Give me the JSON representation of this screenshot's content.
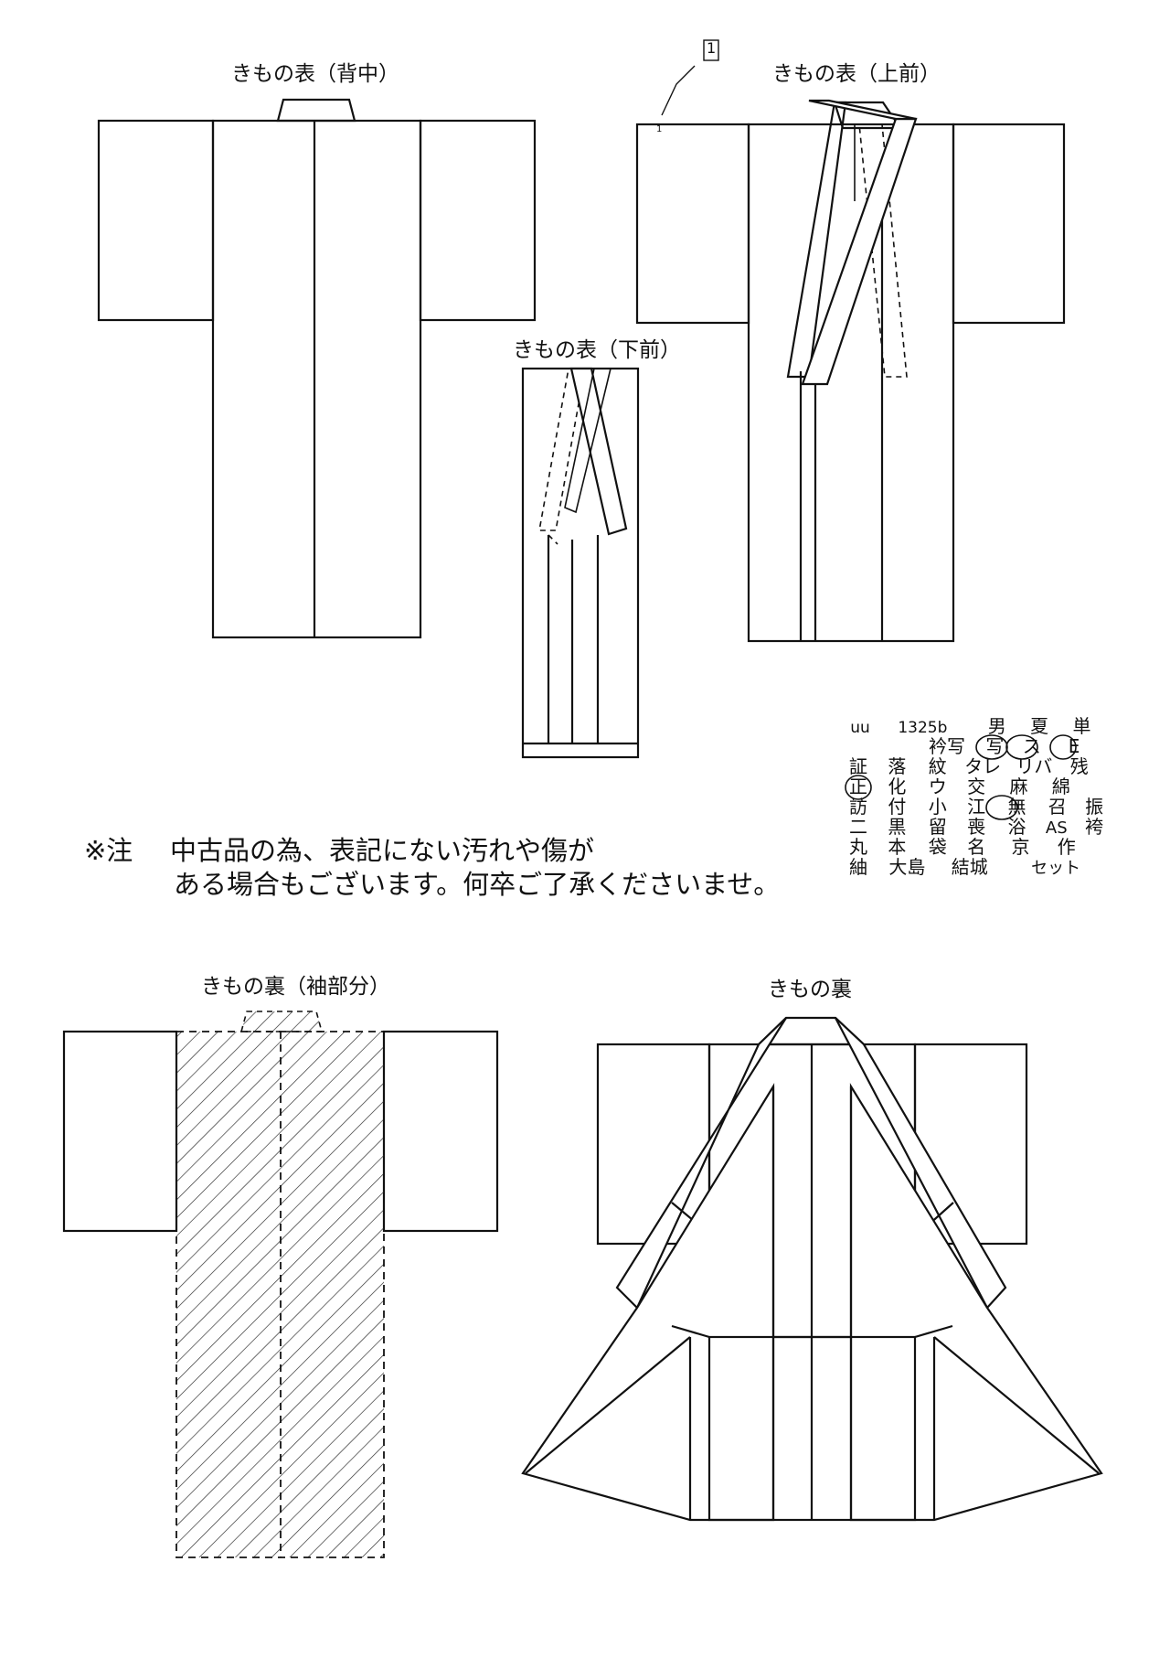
{
  "labels": {
    "back": "きもの表（背中）",
    "front_upper": "きもの表（上前）",
    "front_lower": "きもの表（下前）",
    "lining_sleeve": "きもの裏（袖部分）",
    "lining": "きもの裏",
    "marker": "1",
    "marker_small": "1"
  },
  "note": {
    "prefix": "※注",
    "line1": "中古品の為、表記にない汚れや傷が",
    "line2": "ある場合もございます。何卒ご了承くださいませ。"
  },
  "code": {
    "id_prefix": "uu",
    "id": "1325b",
    "row0": [
      "男",
      "夏",
      "単"
    ],
    "row1": [
      "衿写",
      "写",
      "ス",
      "E"
    ],
    "row2": [
      "証",
      "落",
      "紋",
      "タレ",
      "リバ",
      "残"
    ],
    "row3": [
      "正",
      "化",
      "ウ",
      "交",
      "麻",
      "綿"
    ],
    "row4": [
      "訪",
      "付",
      "小",
      "江",
      "無",
      "召",
      "振"
    ],
    "row5": [
      "二",
      "黒",
      "留",
      "喪",
      "浴",
      "AS",
      "袴"
    ],
    "row6": [
      "丸",
      "本",
      "袋",
      "名",
      "京",
      "作"
    ],
    "row7": [
      "紬",
      "大島",
      "結城",
      "セット"
    ]
  }
}
